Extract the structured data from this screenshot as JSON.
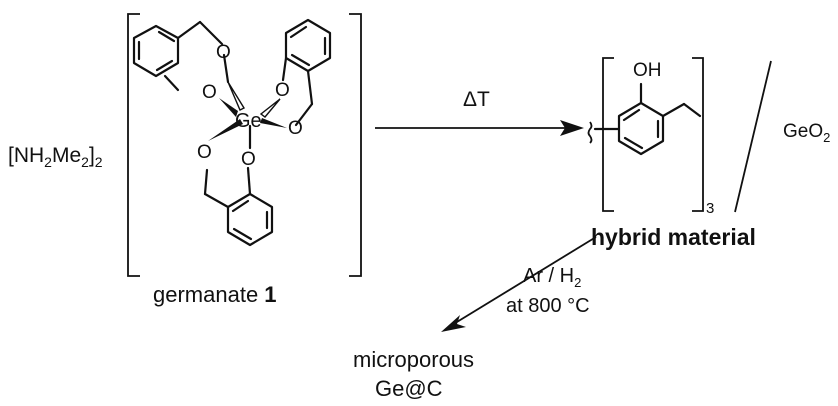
{
  "reactant": {
    "counterion": {
      "main": "[NH",
      "sub1": "2",
      "mid": "Me",
      "sub2": "2",
      "close": "]",
      "sub3": "2"
    },
    "name": {
      "prefix": "germanate ",
      "number": "1"
    },
    "atoms": {
      "ge": "Ge",
      "o": "O"
    }
  },
  "step1": {
    "label": "ΔT"
  },
  "product": {
    "oh": "OH",
    "repeat_subscript": "3",
    "oxide": {
      "main": "GeO",
      "sub": "2"
    },
    "name": "hybrid material"
  },
  "step2": {
    "label_line1": {
      "main": "Ar / H",
      "sub": "2"
    },
    "label_line2": "at 800 °C"
  },
  "final_product": {
    "line1": "microporous",
    "line2": "Ge@C"
  }
}
